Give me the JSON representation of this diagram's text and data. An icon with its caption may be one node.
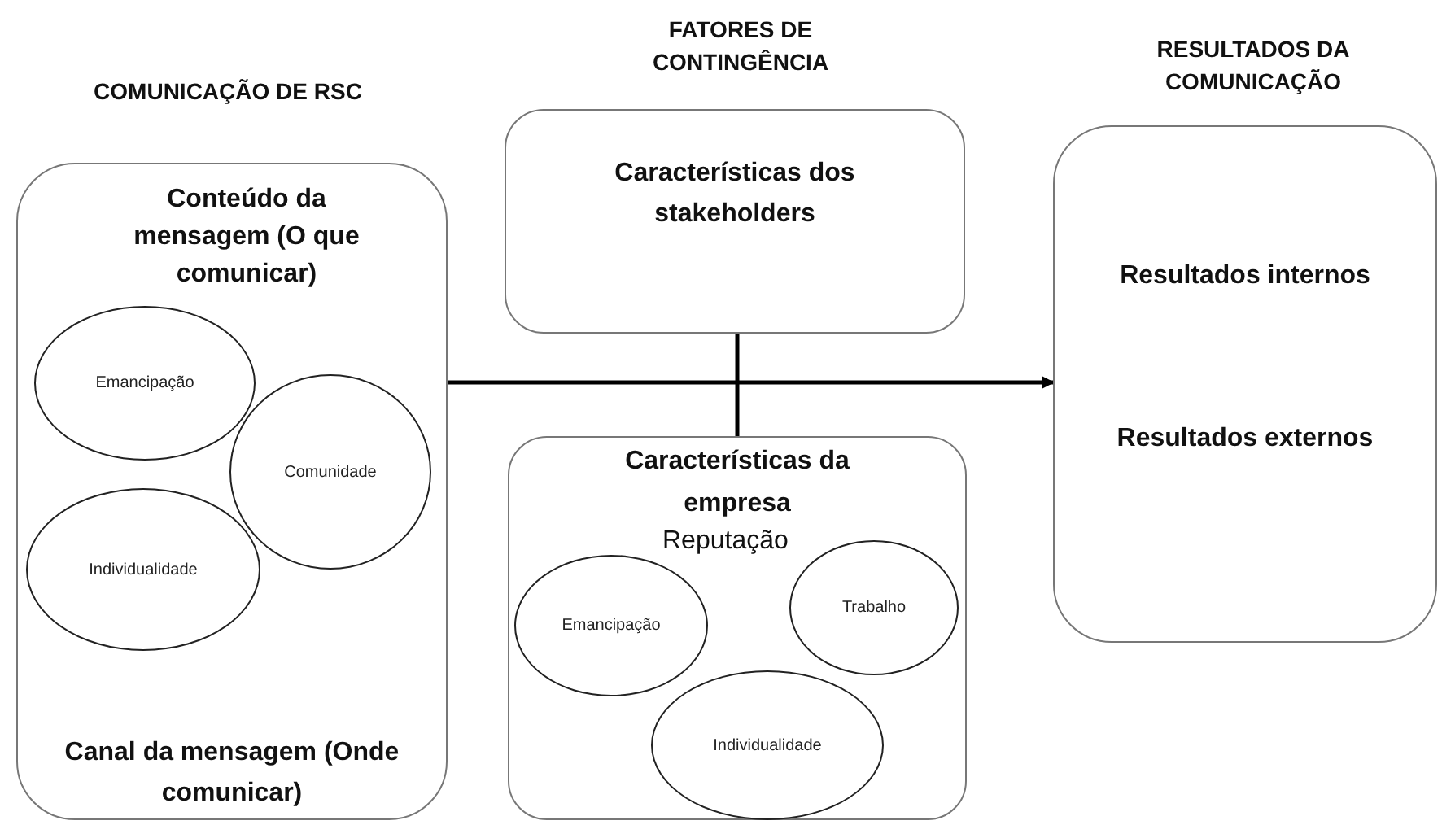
{
  "diagram": {
    "nodes": [
      {
        "text": [
          "Conteúdo da mensagem (O que comunicar)",
          "Canal da mensagem (Onde comunicar)"
        ]
      },
      {
        "text": [
          "Emancipação"
        ],
        "in": 0
      },
      {
        "text": [
          "Comunidade"
        ],
        "in": 0
      },
      {
        "text": [
          "Individualidade"
        ],
        "in": 0
      },
      {
        "text": [
          "Características dos stakeholders"
        ]
      },
      {
        "text": [
          "Características da empresa",
          "Reputação"
        ]
      },
      {
        "text": [
          "Emancipação"
        ],
        "in": 5
      },
      {
        "text": [
          "Trabalho"
        ],
        "in": 5
      },
      {
        "text": [
          "Individualidade"
        ],
        "in": 5
      },
      {
        "text": [
          "Resultados internos",
          "Resultados externos"
        ]
      }
    ],
    "edges": [
      {
        "from": 0,
        "to": 9,
        "arrow": "to"
      },
      {
        "from": 4,
        "to": 5,
        "arrow": "none"
      }
    ],
    "labels": [
      "COMUNICAÇÃO DE RSC",
      "FATORES DE CONTINGÊNCIA",
      "RESULTADOS DA COMUNICAÇÃO"
    ]
  }
}
